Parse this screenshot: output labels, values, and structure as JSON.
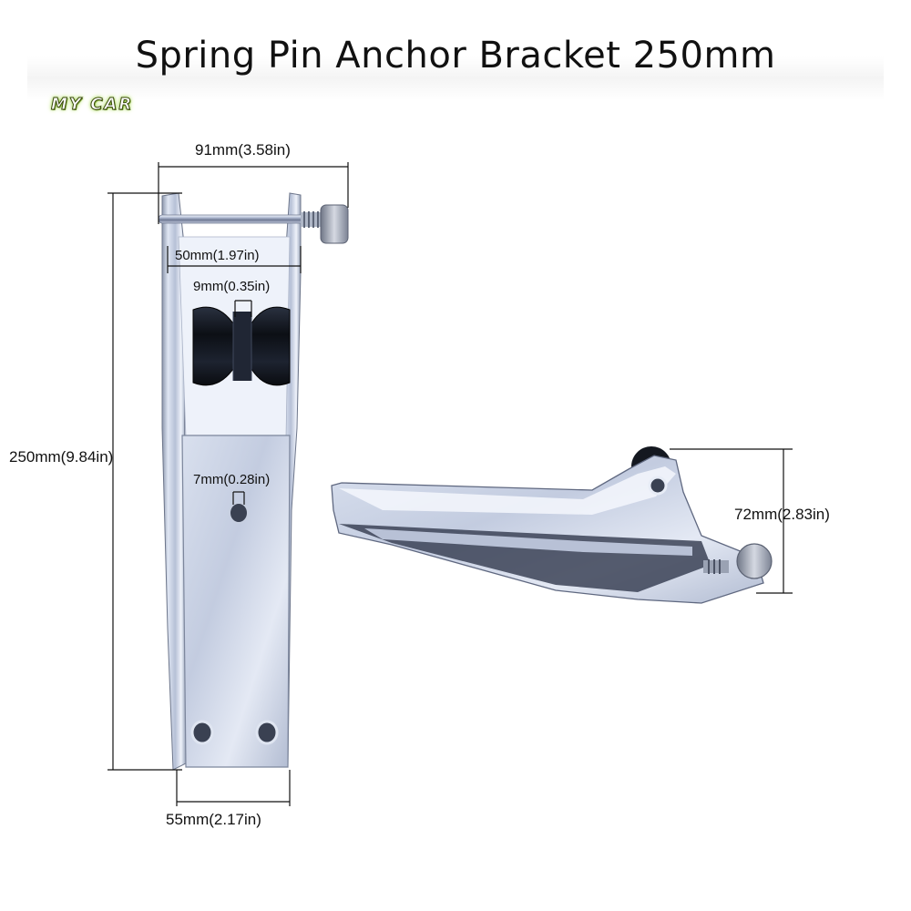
{
  "title": "Spring Pin Anchor Bracket 250mm",
  "logo": "MY CAR",
  "dimensions": {
    "width_top": "91mm(3.58in)",
    "height": "250mm(9.84in)",
    "roller_width": "50mm(1.97in)",
    "pin_diameter": "9mm(0.35in)",
    "hole_diameter": "7mm(0.28in)",
    "base_width": "55mm(2.17in)",
    "side_height": "72mm(2.83in)"
  },
  "colors": {
    "steel": "#c9d2e6",
    "steel_highlight": "#f2f6ff",
    "steel_shadow": "#7f8aa3",
    "roller": "#141820"
  }
}
